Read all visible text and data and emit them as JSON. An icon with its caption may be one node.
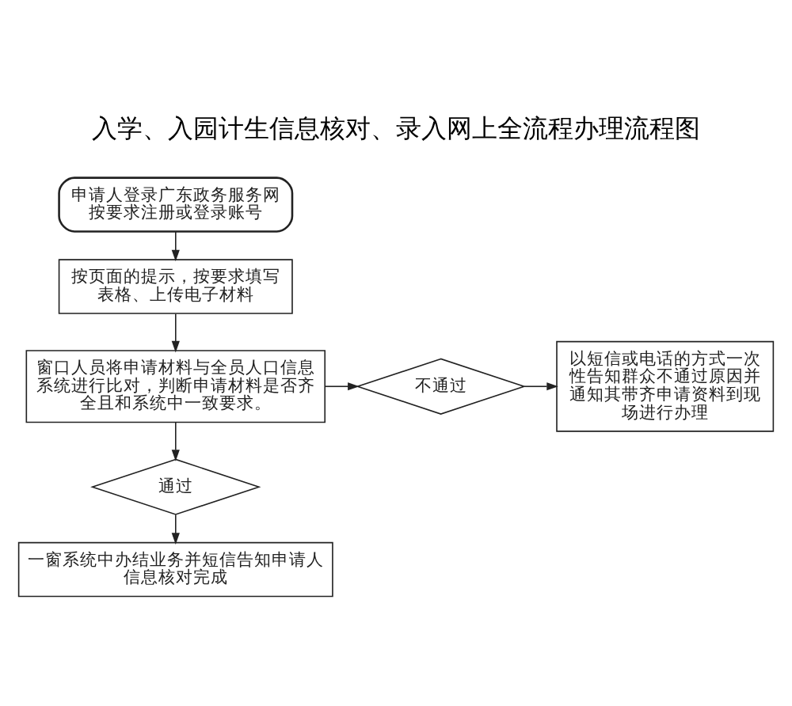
{
  "diagram": {
    "title": "入学、入园计生信息核对、录入网上全流程办理流程图",
    "nodes": [
      {
        "text": [
          "申请人登录广东政务服务网按要求注册或登录账号"
        ]
      },
      {
        "text": [
          "按页面的提示，按要求填写表格、上传电子材料"
        ]
      },
      {
        "text": [
          "窗口人员将申请材料与全员人口信息系统进行比对，判断申请材料是否齐全且和系统中一致要求。"
        ]
      },
      {
        "text": [
          "不通过"
        ]
      },
      {
        "text": [
          "以短信或电话的方式一次性告知群众不通过原因并通知其带齐申请资料到现场进行办理"
        ]
      },
      {
        "text": [
          "通过"
        ]
      },
      {
        "text": [
          "一窗系统中办结业务并短信告知申请人信息核对完成"
        ]
      }
    ],
    "edges": [
      {
        "from": 0,
        "to": 1,
        "arrow": "to"
      },
      {
        "from": 1,
        "to": 2,
        "arrow": "to"
      },
      {
        "from": 2,
        "to": 3,
        "arrow": "to"
      },
      {
        "from": 3,
        "to": 4,
        "arrow": "to"
      },
      {
        "from": 2,
        "to": 5,
        "arrow": "to"
      },
      {
        "from": 5,
        "to": 6,
        "arrow": "to"
      }
    ]
  }
}
